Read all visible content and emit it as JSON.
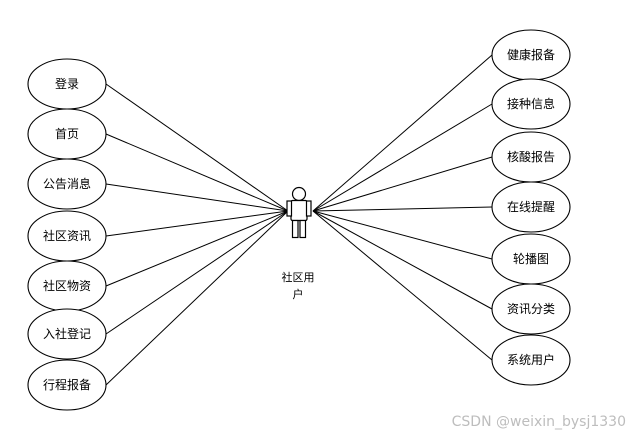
{
  "actor": {
    "label_line1": "社区用",
    "label_line2": "户"
  },
  "left_use_cases": [
    {
      "label": "登录"
    },
    {
      "label": "首页"
    },
    {
      "label": "公告消息"
    },
    {
      "label": "社区资讯"
    },
    {
      "label": "社区物资"
    },
    {
      "label": "入社登记"
    },
    {
      "label": "行程报备"
    }
  ],
  "right_use_cases": [
    {
      "label": "健康报备"
    },
    {
      "label": "接种信息"
    },
    {
      "label": "核酸报告"
    },
    {
      "label": "在线提醒"
    },
    {
      "label": "轮播图"
    },
    {
      "label": "资讯分类"
    },
    {
      "label": "系统用户"
    }
  ],
  "watermark": "CSDN @weixin_bysj1330"
}
